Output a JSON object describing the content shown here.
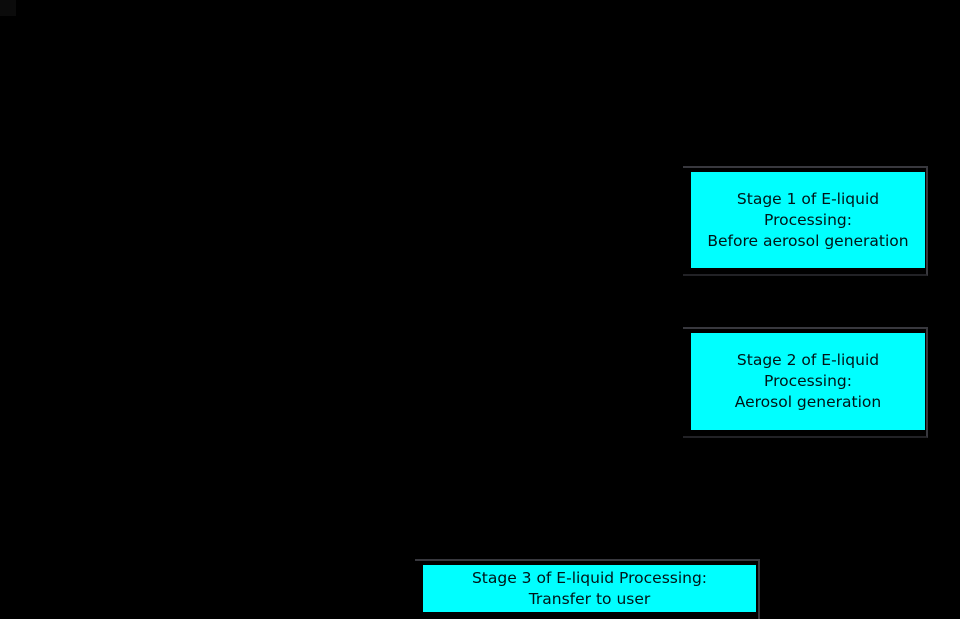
{
  "diagram": {
    "colors": {
      "background": "#000000",
      "node_fill": "#00ffff",
      "node_outline": "#38383e",
      "node_outline_faint": "#222226",
      "node_text": "#001518"
    },
    "nodes": [
      {
        "name": "stage-1",
        "lines": [
          "Stage 1 of E-liquid",
          "Processing:",
          "Before aerosol generation"
        ]
      },
      {
        "name": "stage-2",
        "lines": [
          "Stage 2 of E-liquid",
          "Processing:",
          "Aerosol generation"
        ]
      },
      {
        "name": "stage-3",
        "lines": [
          "Stage 3 of E-liquid Processing:",
          "Transfer to user"
        ]
      }
    ]
  }
}
